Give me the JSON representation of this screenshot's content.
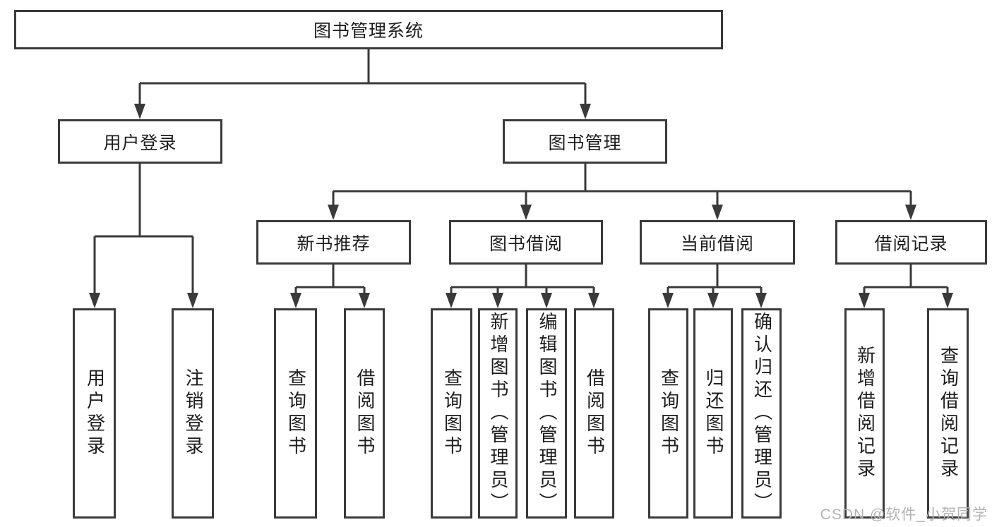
{
  "diagram": {
    "root": "图书管理系统",
    "level2": {
      "user_login": {
        "label": "用户登录",
        "leaves": [
          "用户登录",
          "注销登录"
        ]
      },
      "book_management": {
        "label": "图书管理",
        "groups": [
          {
            "label": "新书推荐",
            "leaves": [
              "查询图书",
              "借阅图书"
            ]
          },
          {
            "label": "图书借阅",
            "leaves": [
              "查询图书",
              "新增图书（管理员）",
              "编辑图书（管理员）",
              "借阅图书"
            ]
          },
          {
            "label": "当前借阅",
            "leaves": [
              "查询图书",
              "归还图书",
              "确认归还（管理员）"
            ]
          },
          {
            "label": "借阅记录",
            "leaves": [
              "新增借阅记录",
              "查询借阅记录"
            ]
          }
        ]
      }
    }
  },
  "watermark": "CSDN @软件_小贺同学",
  "colors": {
    "line": "#3a3a3a",
    "text": "#1d1d1d",
    "watermark": "#b3b3b3",
    "background": "#ffffff"
  }
}
